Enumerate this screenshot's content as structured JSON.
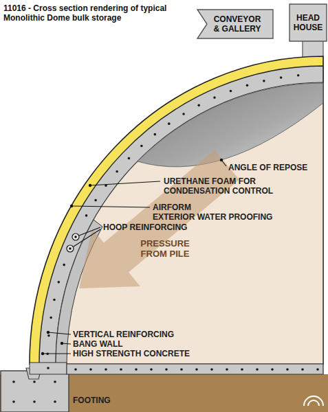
{
  "diagram": {
    "title": "11016 - Cross section rendering of typical Monolithic Dome bulk storage",
    "nodes": [
      {
        "text": [
          "CONVEYOR & GALLERY"
        ]
      },
      {
        "text": [
          "HEAD HOUSE"
        ]
      }
    ],
    "labels": [
      "ANGLE OF REPOSE",
      "URETHANE FOAM FOR CONDENSATION CONTROL",
      "AIRFORM",
      "EXTERIOR WATER PROOFING",
      "HOOP REINFORCING",
      "PRESSURE FROM PILE",
      "VERTICAL REINFORCING",
      "BANG WALL",
      "HIGH STRENGTH CONCRETE",
      "FOOTING"
    ]
  }
}
